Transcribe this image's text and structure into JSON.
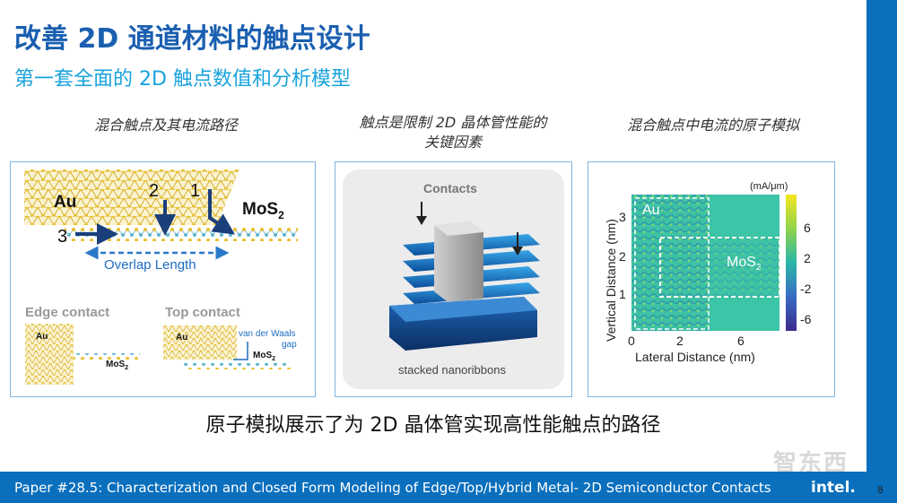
{
  "title": "改善 2D 通道材料的触点设计",
  "subtitle": "第一套全面的 2D 触点数值和分析模型",
  "captions": {
    "left": "混合触点及其电流路径",
    "middle_line1": "触点是限制 2D 晶体管性能的",
    "middle_line2": "关键因素",
    "right": "混合触点中电流的原子模拟"
  },
  "left_panel": {
    "au_label": "Au",
    "mos2_label": "MoS",
    "mos2_sub": "2",
    "arrow_labels": [
      "1",
      "2",
      "3"
    ],
    "overlap_label": "Overlap Length",
    "edge_contact": "Edge contact",
    "top_contact": "Top contact",
    "small_au": "Au",
    "small_mos2": "MoS",
    "small_mos2_sub": "2",
    "vdw_line1": "van der Waals",
    "vdw_line2": "gap"
  },
  "middle_panel": {
    "contacts_label": "Contacts",
    "nanoribbons_label": "stacked nanoribbons"
  },
  "right_panel": {
    "unit_label": "(mA/μm)",
    "au_label": "Au",
    "mos2_label": "MoS",
    "mos2_sub": "2",
    "y_axis_label": "Vertical Distance (nm)",
    "x_axis_label": "Lateral Distance (nm)",
    "y_ticks": [
      "1",
      "2",
      "3"
    ],
    "x_ticks": [
      "0",
      "2",
      "6"
    ],
    "colorbar_ticks": [
      "6",
      "2",
      "-2",
      "-6"
    ]
  },
  "conclusion": "原子模拟展示了为 2D 晶体管实现高性能触点的路径",
  "footer": "Paper #28.5: Characterization and Closed Form Modeling of Edge/Top/Hybrid Metal- 2D Semiconductor Contacts",
  "logo": "intel.",
  "page_number": "8",
  "watermark": "智东西",
  "colors": {
    "brand_blue": "#0a6fbd",
    "title_blue": "#1a5fb0",
    "subtitle_cyan": "#19a3dc",
    "gold": "#e8c030",
    "dark_arrow": "#1b3f7a",
    "teal": "#35c4a6"
  }
}
